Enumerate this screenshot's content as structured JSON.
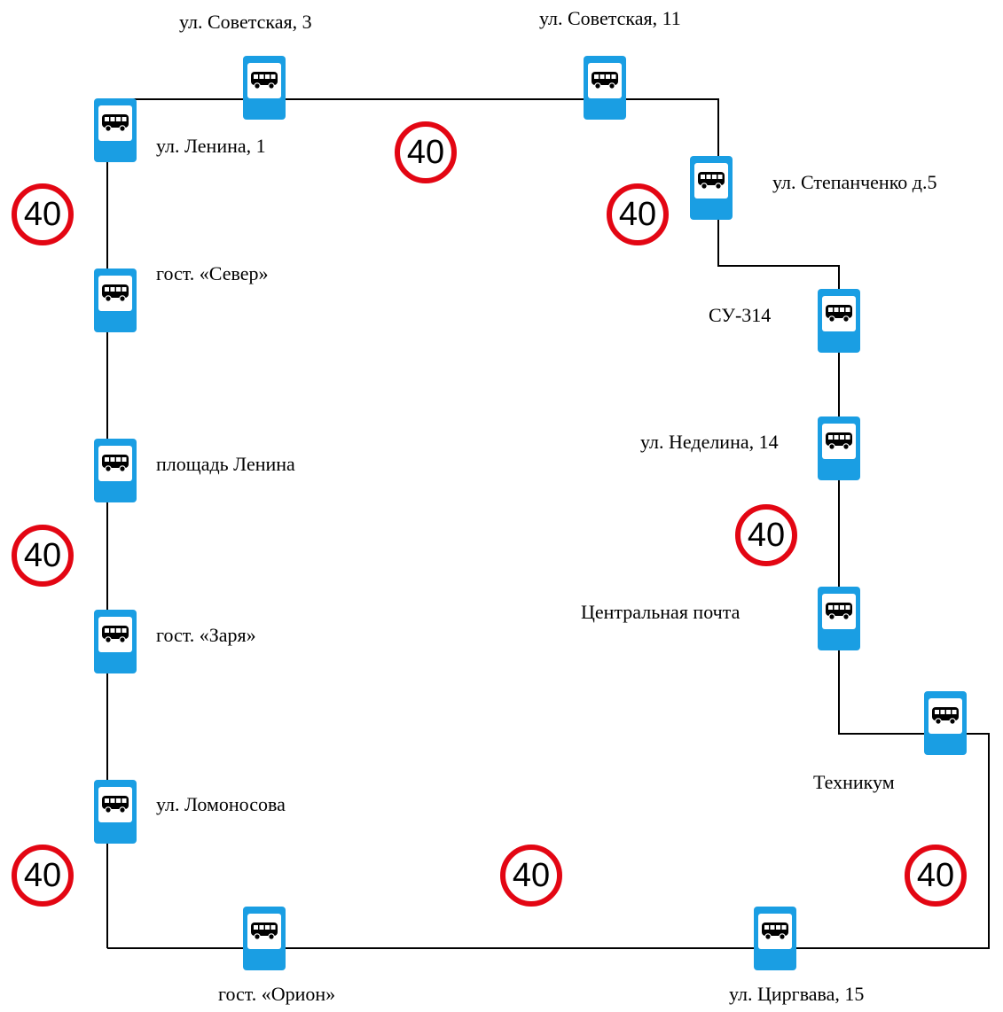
{
  "colors": {
    "stop_sign_blue": "#1a9ee3",
    "speed_ring_red": "#e30613",
    "route_line": "#000000"
  },
  "icons": {
    "stop_sign": "bus-stop-icon",
    "speed_sign": "speed-limit-icon"
  },
  "stops": [
    {
      "id": "lenina-1",
      "label": "ул. Ленина, 1"
    },
    {
      "id": "sovetskaya-3",
      "label": "ул. Советская, 3"
    },
    {
      "id": "sovetskaya-11",
      "label": "ул. Советская, 11"
    },
    {
      "id": "stepanchenko-5",
      "label": "ул. Степанченко д.5"
    },
    {
      "id": "su-314",
      "label": "СУ-314"
    },
    {
      "id": "nedelina-14",
      "label": "ул. Неделина, 14"
    },
    {
      "id": "central-post",
      "label": "Центральная почта"
    },
    {
      "id": "tehnikum",
      "label": "Техникум"
    },
    {
      "id": "cirgvava-15",
      "label": "ул. Циргвава, 15"
    },
    {
      "id": "orion",
      "label": "гост. «Орион»"
    },
    {
      "id": "lomonosova",
      "label": "ул. Ломоносова"
    },
    {
      "id": "zarya",
      "label": "гост. «Заря»"
    },
    {
      "id": "ploshchad-lenina",
      "label": "площадь Ленина"
    },
    {
      "id": "sever",
      "label": "гост. «Север»"
    }
  ],
  "speed_limits": [
    {
      "id": "top",
      "value": "40"
    },
    {
      "id": "top-right",
      "value": "40"
    },
    {
      "id": "left-upper",
      "value": "40"
    },
    {
      "id": "left-middle",
      "value": "40"
    },
    {
      "id": "left-lower",
      "value": "40"
    },
    {
      "id": "right-middle",
      "value": "40"
    },
    {
      "id": "bottom-middle",
      "value": "40"
    },
    {
      "id": "bottom-right",
      "value": "40"
    }
  ]
}
